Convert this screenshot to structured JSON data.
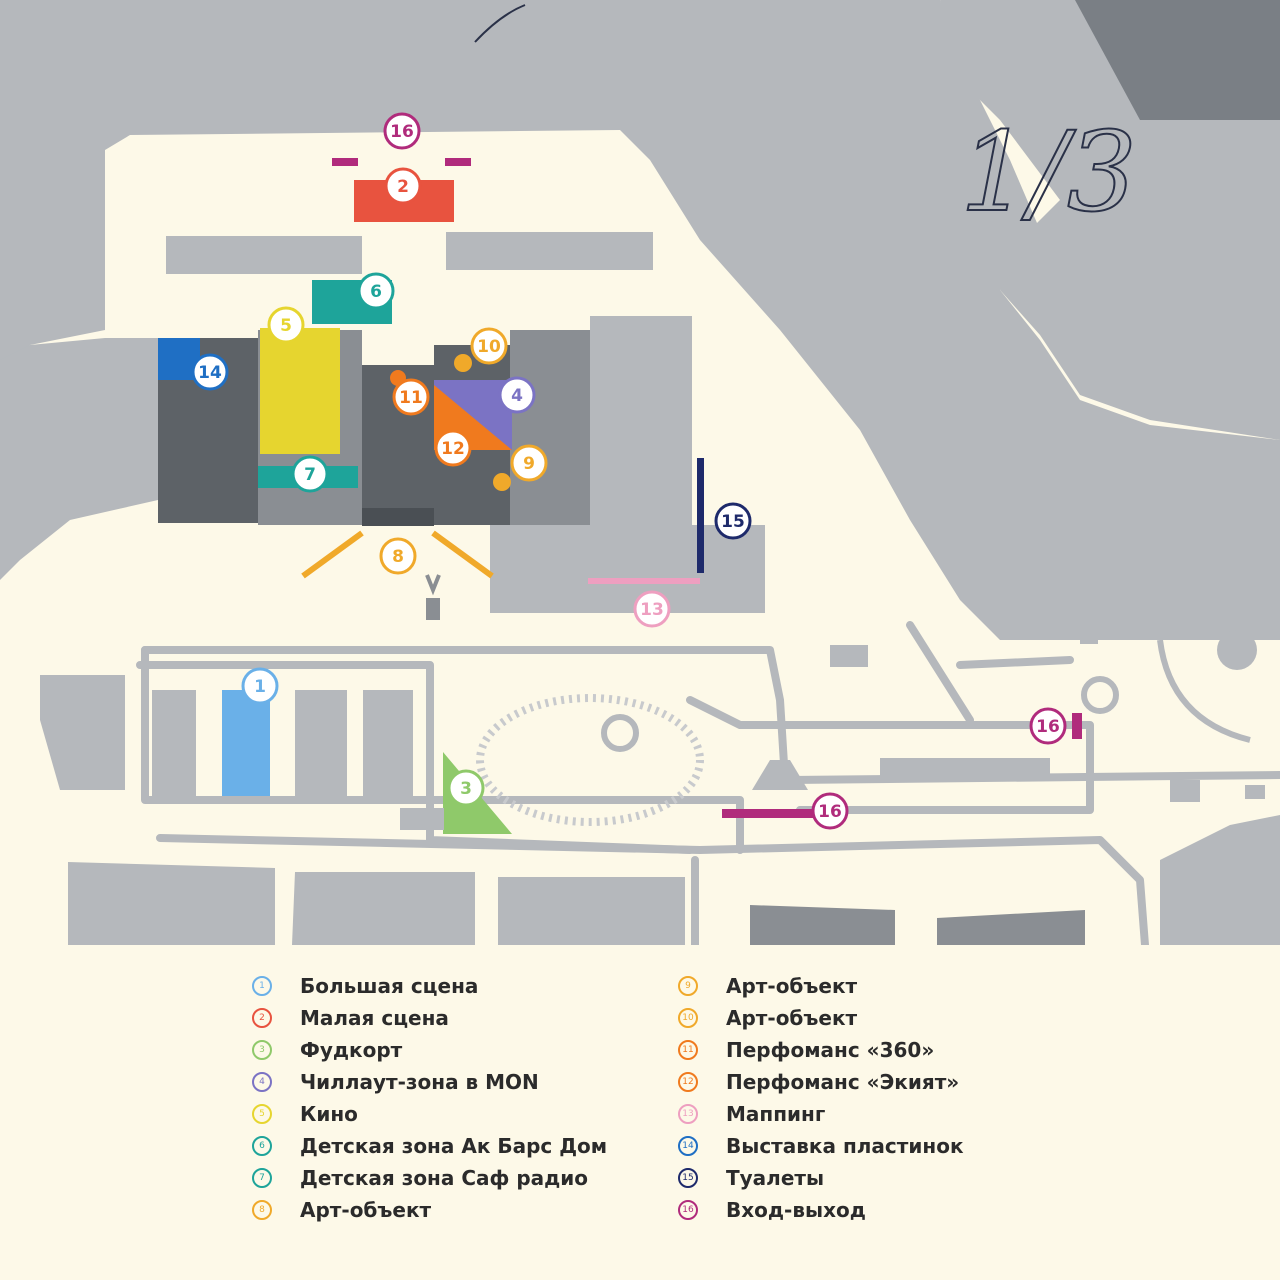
{
  "map": {
    "annotation": "1/3",
    "colors": {
      "background": "#fdf9e8",
      "area_gray": "#b5b8bc",
      "building_dark": "#5d6267",
      "building_mid": "#8a8e93"
    },
    "markers": [
      {
        "num": "1",
        "color": "#6ab0e8"
      },
      {
        "num": "2",
        "color": "#e8533f"
      },
      {
        "num": "3",
        "color": "#8fc96a"
      },
      {
        "num": "4",
        "color": "#7b73c4"
      },
      {
        "num": "5",
        "color": "#e6d52f"
      },
      {
        "num": "6",
        "color": "#1ea49a"
      },
      {
        "num": "7",
        "color": "#1ea49a"
      },
      {
        "num": "8",
        "color": "#f0a92a"
      },
      {
        "num": "9",
        "color": "#f0a92a"
      },
      {
        "num": "10",
        "color": "#f0a92a"
      },
      {
        "num": "11",
        "color": "#f07a1e"
      },
      {
        "num": "12",
        "color": "#f07a1e"
      },
      {
        "num": "13",
        "color": "#ee9fc0"
      },
      {
        "num": "14",
        "color": "#1f6fc4"
      },
      {
        "num": "15",
        "color": "#1e2a6b"
      },
      {
        "num": "16",
        "color": "#b02b7c"
      }
    ]
  },
  "legend": {
    "left": [
      {
        "num": "1",
        "label": "Большая сцена",
        "color": "#6ab0e8"
      },
      {
        "num": "2",
        "label": "Малая сцена",
        "color": "#e8533f"
      },
      {
        "num": "3",
        "label": "Фудкорт",
        "color": "#8fc96a"
      },
      {
        "num": "4",
        "label": "Чиллаут-зона в MON",
        "color": "#7b73c4"
      },
      {
        "num": "5",
        "label": "Кино",
        "color": "#e6d52f"
      },
      {
        "num": "6",
        "label": "Детская зона Ак Барс Дом",
        "color": "#1ea49a"
      },
      {
        "num": "7",
        "label": "Детская зона Саф радио",
        "color": "#1ea49a"
      },
      {
        "num": "8",
        "label": "Арт-объект",
        "color": "#f0a92a"
      }
    ],
    "right": [
      {
        "num": "9",
        "label": "Арт-объект",
        "color": "#f0a92a"
      },
      {
        "num": "10",
        "label": "Арт-объект",
        "color": "#f0a92a"
      },
      {
        "num": "11",
        "label": "Перфоманс «360»",
        "color": "#f07a1e"
      },
      {
        "num": "12",
        "label": "Перфоманс «Экият»",
        "color": "#f07a1e"
      },
      {
        "num": "13",
        "label": "Маппинг",
        "color": "#ee9fc0"
      },
      {
        "num": "14",
        "label": "Выставка пластинок",
        "color": "#1f6fc4"
      },
      {
        "num": "15",
        "label": "Туалеты",
        "color": "#1e2a6b"
      },
      {
        "num": "16",
        "label": "Вход-выход",
        "color": "#b02b7c"
      }
    ]
  }
}
